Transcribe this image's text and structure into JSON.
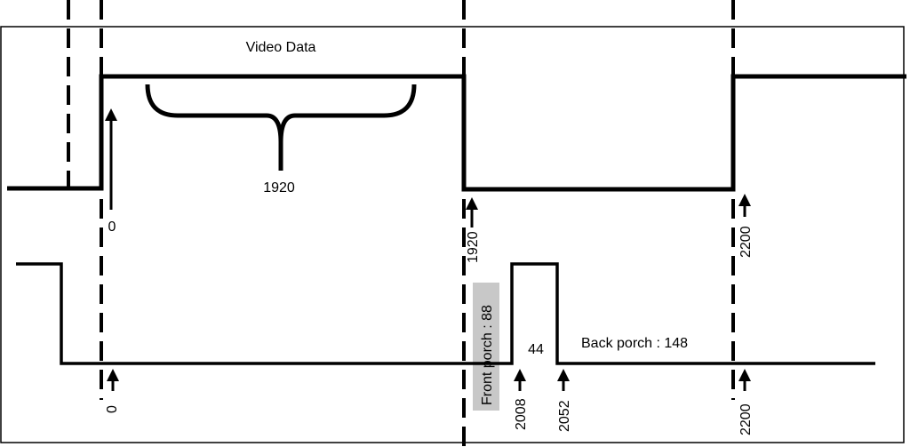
{
  "labels": {
    "video_data": "Video Data",
    "active_width": "1920",
    "h_start": "0",
    "h_active_end": "1920",
    "h_total": "2200",
    "s_start": "0",
    "front_porch": "Front porch : 88",
    "sync_start": "2008",
    "sync_width": "44",
    "sync_end": "2052",
    "back_porch": "Back porch : 148",
    "s_total": "2200"
  },
  "colors": {
    "line": "#000000",
    "highlight": "#c8c8c8",
    "background": "#ffffff"
  }
}
